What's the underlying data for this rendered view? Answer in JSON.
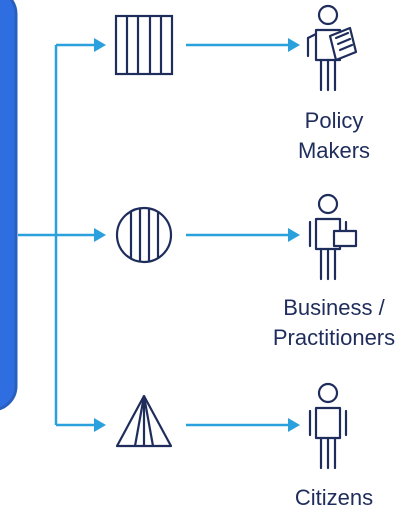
{
  "colors": {
    "arrow": "#2aa0dc",
    "icon": "#1f2d5c",
    "panel": "#2f6ee0"
  },
  "audiences": [
    {
      "shape_icon": "columns-icon",
      "person_icon": "person-with-document-icon",
      "label_lines": [
        "Policy",
        "Makers"
      ]
    },
    {
      "shape_icon": "striped-circle-icon",
      "person_icon": "person-with-briefcase-icon",
      "label_lines": [
        "Business /",
        "Practitioners"
      ]
    },
    {
      "shape_icon": "triangle-icon",
      "person_icon": "person-icon",
      "label_lines": [
        "Citizens"
      ]
    }
  ]
}
